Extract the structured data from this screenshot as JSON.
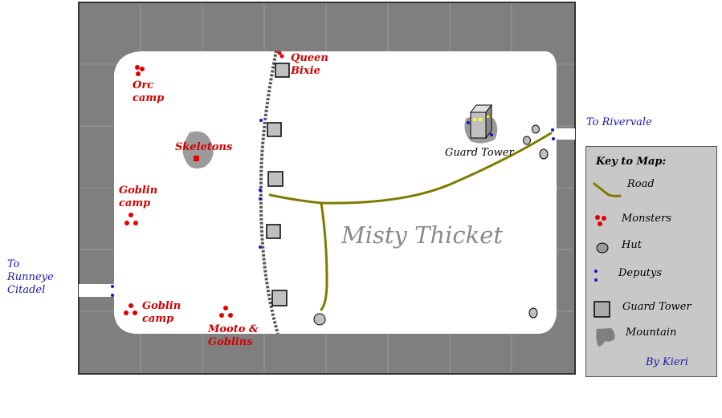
{
  "map": {
    "title": "Misty Thicket",
    "colors": {
      "wall": "#7f7f7f",
      "ground": "#ffffff",
      "grid": "#9a9a9a",
      "road": "#807a00",
      "monster": "#e00000",
      "deputy": "#1414cc",
      "mountain": "#9b9b9b",
      "hut": "#c0c0c0",
      "tower": "#c0c0c0",
      "tower_window": "#ffff00",
      "monster_label": "#d40000",
      "exit_label": "#1a1aa8"
    },
    "monster_labels": [
      {
        "id": "orc",
        "text": "Orc\ncamp"
      },
      {
        "id": "queen",
        "text": "Queen\nBixie"
      },
      {
        "id": "skeletons",
        "text": "Skeletons"
      },
      {
        "id": "goblin1",
        "text": "Goblin\ncamp"
      },
      {
        "id": "goblin2",
        "text": "Goblin\ncamp"
      },
      {
        "id": "mooto",
        "text": "Mooto &\nGoblins"
      }
    ],
    "exits": {
      "rivervale": "To Rivervale",
      "runnyeye": "To\nRunneye\nCitadel"
    },
    "guard_tower_label": "Guard Tower",
    "key": {
      "title": "Key to Map:",
      "items": [
        {
          "icon": "road-icon",
          "label": "Road"
        },
        {
          "icon": "monster-icon",
          "label": "Monsters"
        },
        {
          "icon": "hut-icon",
          "label": "Hut"
        },
        {
          "icon": "deputy-icon",
          "label": "Deputys"
        },
        {
          "icon": "guard-tower-icon",
          "label": "Guard Tower"
        },
        {
          "icon": "mountain-icon",
          "label": "Mountain"
        }
      ],
      "author": "By Kieri"
    }
  }
}
